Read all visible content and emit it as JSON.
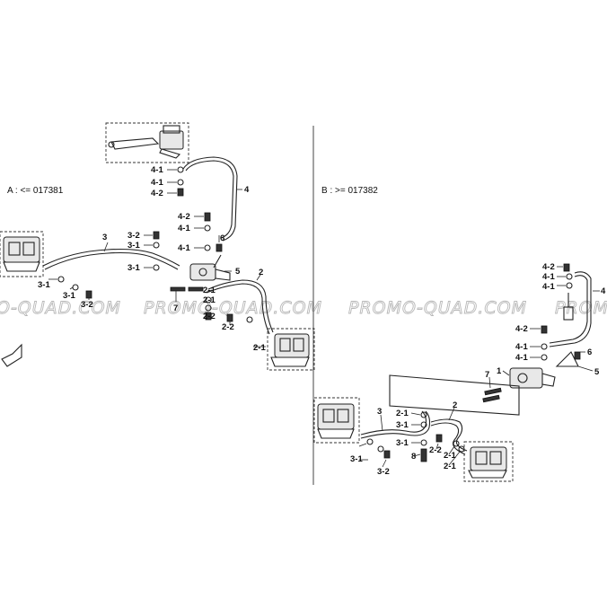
{
  "panel_a": {
    "title": "A : <= 017381",
    "labels": [
      {
        "id": "a-4-1-top",
        "text": "4-1"
      },
      {
        "id": "a-4-1-mid",
        "text": "4-1"
      },
      {
        "id": "a-4-2-top",
        "text": "4-2"
      },
      {
        "id": "a-4",
        "text": "4"
      },
      {
        "id": "a-4-2-low",
        "text": "4-2"
      },
      {
        "id": "a-4-1-low",
        "text": "4-1"
      },
      {
        "id": "a-4-1-bot",
        "text": "4-1"
      },
      {
        "id": "a-6",
        "text": "6"
      },
      {
        "id": "a-5",
        "text": "5"
      },
      {
        "id": "a-3",
        "text": "3"
      },
      {
        "id": "a-3-2-top",
        "text": "3-2"
      },
      {
        "id": "a-3-1-top",
        "text": "3-1"
      },
      {
        "id": "a-3-1-mid",
        "text": "3-1"
      },
      {
        "id": "a-2",
        "text": "2"
      },
      {
        "id": "a-2-1-a",
        "text": "2-1"
      },
      {
        "id": "a-2-1-b",
        "text": "2-1"
      },
      {
        "id": "a-2-2-a",
        "text": "2-2"
      },
      {
        "id": "a-2-2-b",
        "text": "2-2"
      },
      {
        "id": "a-7",
        "text": "7"
      },
      {
        "id": "a-3-1-b1",
        "text": "3-1"
      },
      {
        "id": "a-3-1-b2",
        "text": "3-1"
      },
      {
        "id": "a-3-2-bot",
        "text": "3-2"
      },
      {
        "id": "a-2-1-c",
        "text": "2-1"
      }
    ]
  },
  "panel_b": {
    "title": "B : >= 017382",
    "labels": [
      {
        "id": "b-4-2-top",
        "text": "4-2"
      },
      {
        "id": "b-4-1-a",
        "text": "4-1"
      },
      {
        "id": "b-4-1-b",
        "text": "4-1"
      },
      {
        "id": "b-4",
        "text": "4"
      },
      {
        "id": "b-4-2-mid",
        "text": "4-2"
      },
      {
        "id": "b-4-1-c",
        "text": "4-1"
      },
      {
        "id": "b-4-1-d",
        "text": "4-1"
      },
      {
        "id": "b-6",
        "text": "6"
      },
      {
        "id": "b-5",
        "text": "5"
      },
      {
        "id": "b-1",
        "text": "1"
      },
      {
        "id": "b-7",
        "text": "7"
      },
      {
        "id": "b-3",
        "text": "3"
      },
      {
        "id": "b-2",
        "text": "2"
      },
      {
        "id": "b-2-1-a",
        "text": "2-1"
      },
      {
        "id": "b-3-1-a",
        "text": "3-1"
      },
      {
        "id": "b-3-1-b",
        "text": "3-1"
      },
      {
        "id": "b-2-2",
        "text": "2-2"
      },
      {
        "id": "b-2-1-b",
        "text": "2-1"
      },
      {
        "id": "b-2-1-c",
        "text": "2-1"
      },
      {
        "id": "b-8",
        "text": "8"
      },
      {
        "id": "b-3-1-c",
        "text": "3-1"
      },
      {
        "id": "b-3-2",
        "text": "3-2"
      }
    ]
  },
  "watermark": {
    "left_fragment": "O-QUAD.COM",
    "center": "PROMO-QUAD.COM",
    "right": "PROMO-QUAD.COM",
    "right_fragment": "PROM"
  },
  "colors": {
    "line": "#222222",
    "watermark": "#b8b8b8",
    "background": "#ffffff"
  }
}
